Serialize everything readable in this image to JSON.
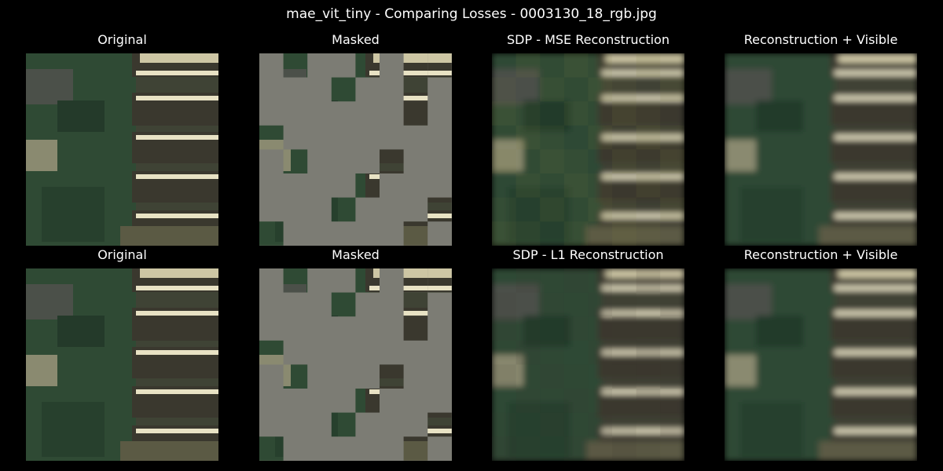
{
  "figure": {
    "suptitle": "mae_vit_tiny - Comparing Losses - 0003130_18_rgb.jpg"
  },
  "rows": [
    {
      "panels": [
        {
          "title": "Original",
          "kind": "original"
        },
        {
          "title": "Masked",
          "kind": "masked"
        },
        {
          "title": "SDP - MSE Reconstruction",
          "kind": "recon-mse"
        },
        {
          "title": "Reconstruction + Visible",
          "kind": "recon-visible"
        }
      ]
    },
    {
      "panels": [
        {
          "title": "Original",
          "kind": "original"
        },
        {
          "title": "Masked",
          "kind": "masked"
        },
        {
          "title": "SDP - L1 Reconstruction",
          "kind": "recon-l1"
        },
        {
          "title": "Reconstruction + Visible",
          "kind": "recon-visible"
        }
      ]
    }
  ],
  "colors": {
    "background": "#000000",
    "mask_gray": "#7c7c74",
    "roof_light": "#e8e2c4",
    "roof_dark": "#3a382e",
    "tree_green": "#2f4a34",
    "grass": "#5b5a44"
  }
}
